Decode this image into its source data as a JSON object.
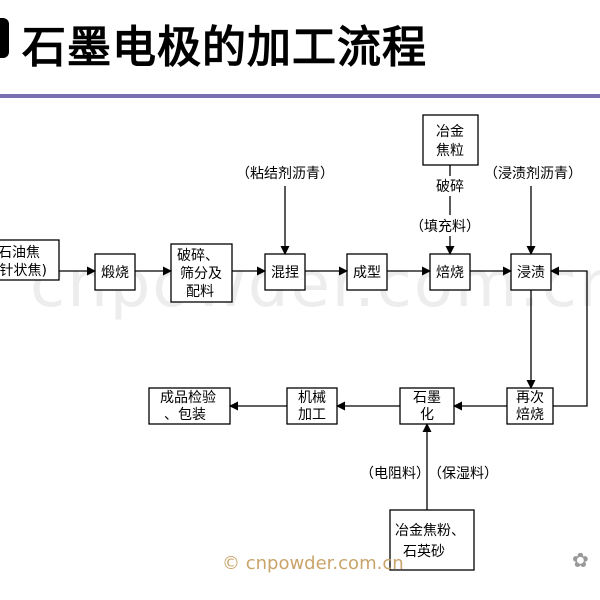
{
  "title": "石墨电极的加工流程",
  "watermark": "© cnpowder.com.cn",
  "watermark_bg": "cnpowder.com.cn",
  "nodes": {
    "raw": [
      "石油焦",
      "(针状焦)"
    ],
    "calcine": [
      "煅烧"
    ],
    "crush": [
      "破碎、",
      "筛分及",
      "配料"
    ],
    "knead": [
      "混捏"
    ],
    "form": [
      "成型"
    ],
    "bake": [
      "焙烧"
    ],
    "impregnate": [
      "浸渍"
    ],
    "coke_particle": [
      "冶金",
      "焦粒"
    ],
    "rebake": [
      "再次",
      "焙烧"
    ],
    "graphitize": [
      "石墨",
      "化"
    ],
    "machining": [
      "机械",
      "加工"
    ],
    "inspect": [
      "成品检验",
      "、包装"
    ],
    "coke_powder": [
      "冶金焦粉、",
      "石英砂"
    ]
  },
  "labels": {
    "binder_pitch": "（粘结剂沥青）",
    "impreg_pitch": "（浸渍剂沥青）",
    "crushing": "破碎",
    "filler": "（填充料）",
    "resistance": "（电阻料）",
    "insulation": "（保湿料）"
  },
  "colors": {
    "rule": "#7b6fb0",
    "watermark": "#c9a46a"
  }
}
